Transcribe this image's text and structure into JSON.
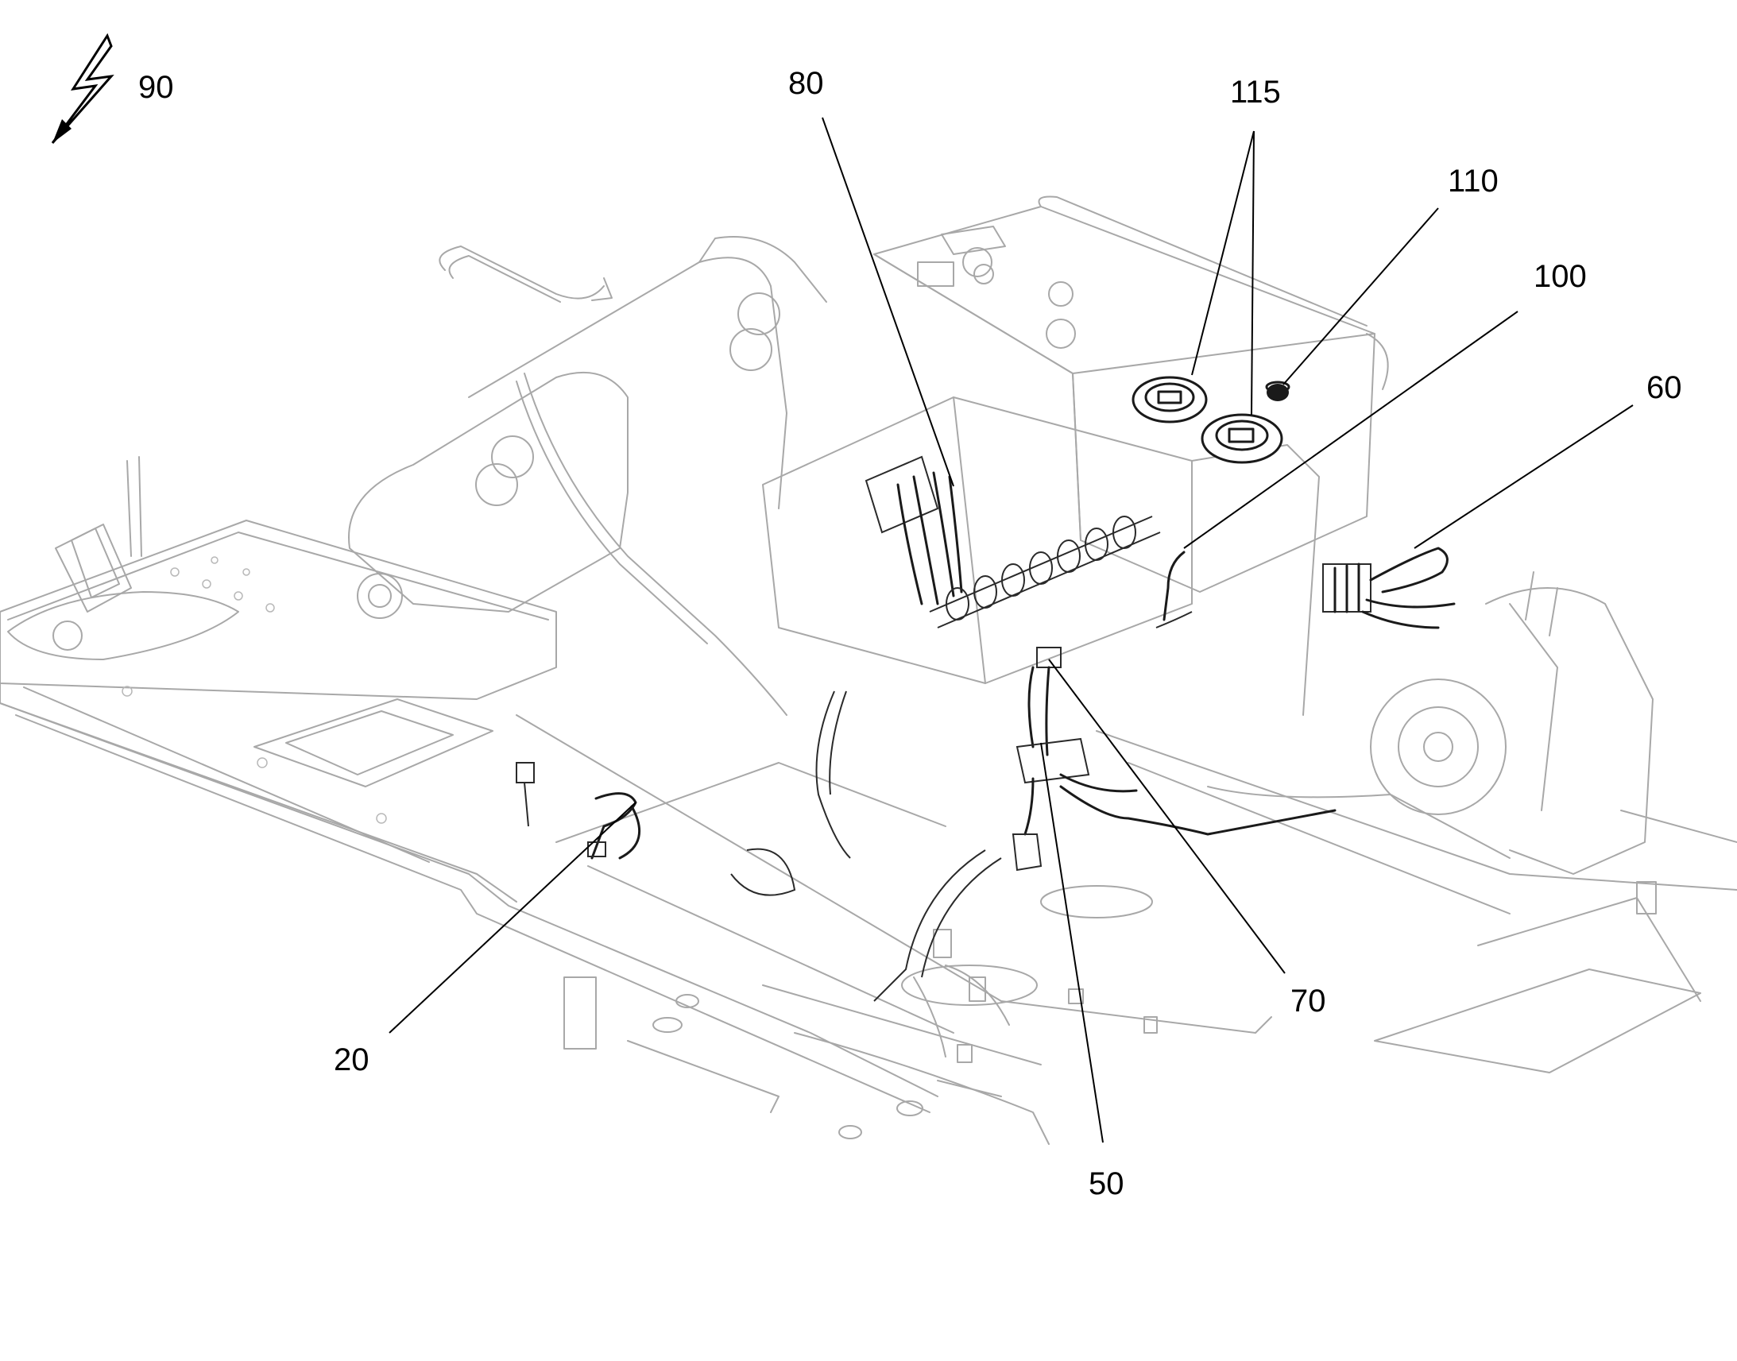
{
  "figure": {
    "reference_labels": {
      "l90": "90",
      "l80": "80",
      "l115": "115",
      "l110": "110",
      "l100": "100",
      "l60": "60",
      "l70": "70",
      "l20": "20",
      "l50": "50"
    },
    "icon": "lightning-bolt-icon",
    "colors": {
      "outline": "#a8a8a8",
      "highlight": "#1a1a1a",
      "label": "#000000",
      "background": "#ffffff"
    }
  }
}
